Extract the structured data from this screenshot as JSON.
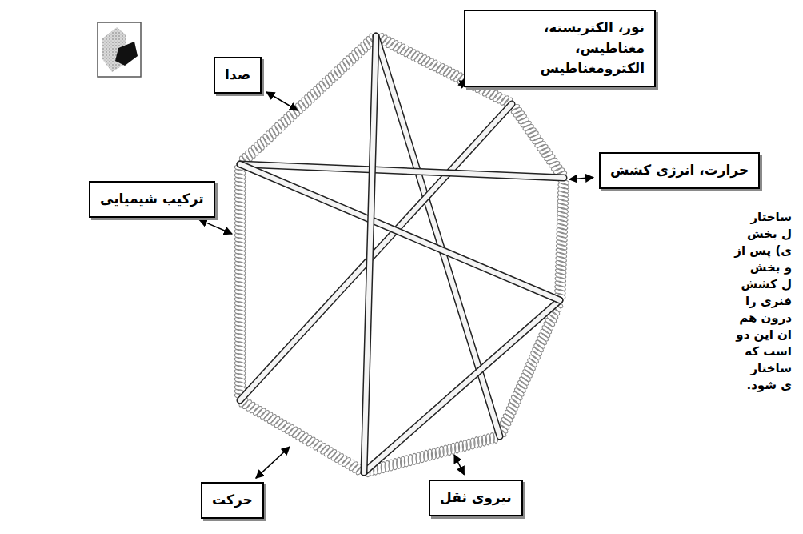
{
  "diagram": {
    "nodes": [
      {
        "text": [
          "صدا"
        ]
      },
      {
        "text": [
          "نور، الکتریسته، مغناطیس، الکترومغناطیس"
        ]
      },
      {
        "text": [
          "حرارت، انرژی کشش"
        ]
      },
      {
        "text": [
          "ترکیب شیمیایی"
        ]
      },
      {
        "text": [
          "حرکت"
        ]
      },
      {
        "text": [
          "نیروی ثقل"
        ]
      }
    ],
    "labels": [
      "ساختار",
      "ل بخش",
      "ی) پس از",
      "و بخش",
      "ل کشش",
      "فنری را",
      "درون هم",
      "ان این دو",
      "است که",
      "ساختار",
      "ی شود."
    ]
  }
}
